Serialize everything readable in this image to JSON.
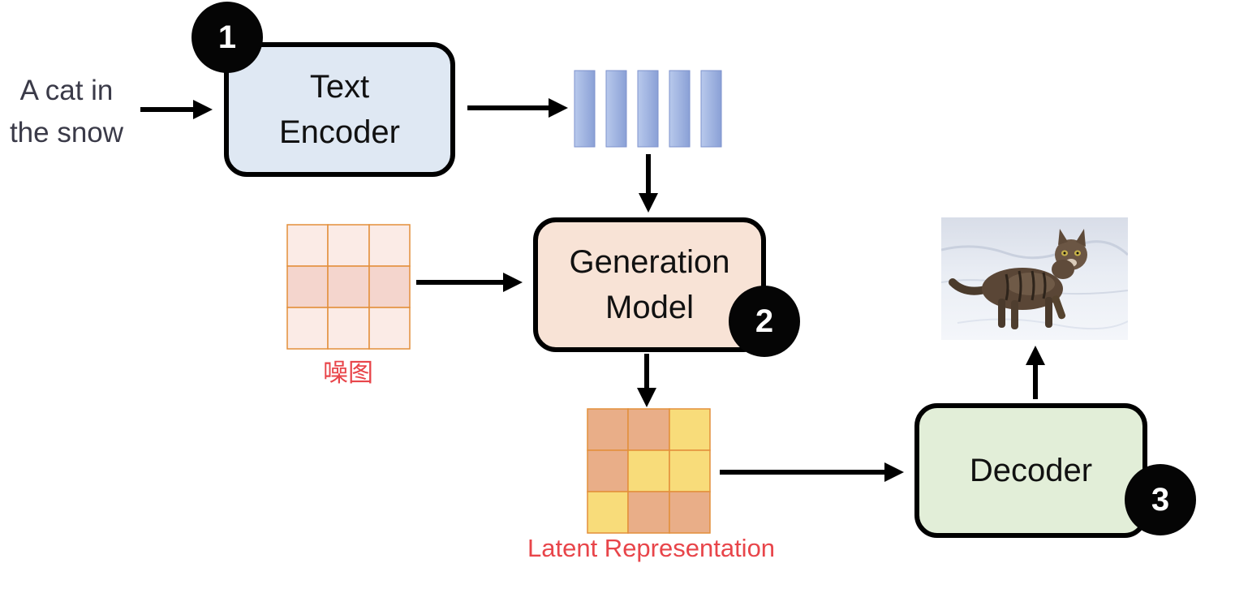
{
  "input_prompt": "A cat in\nthe snow",
  "text_encoder": {
    "label": "Text\nEncoder",
    "step": "1"
  },
  "generation_model": {
    "label": "Generation\nModel",
    "step": "2"
  },
  "decoder": {
    "label": "Decoder",
    "step": "3"
  },
  "noise_caption": "噪图",
  "latent_caption": "Latent Representation",
  "colors": {
    "text_encoder_fill": "#dfe8f3",
    "generation_model_fill": "#f8e3d6",
    "decoder_fill": "#e2eed8",
    "caption_red": "#e8454a",
    "grid_border": "#e38f3a",
    "embedding_fill": "#9aaee0"
  },
  "icons": {
    "output_image": "cat-in-snow-photo"
  }
}
